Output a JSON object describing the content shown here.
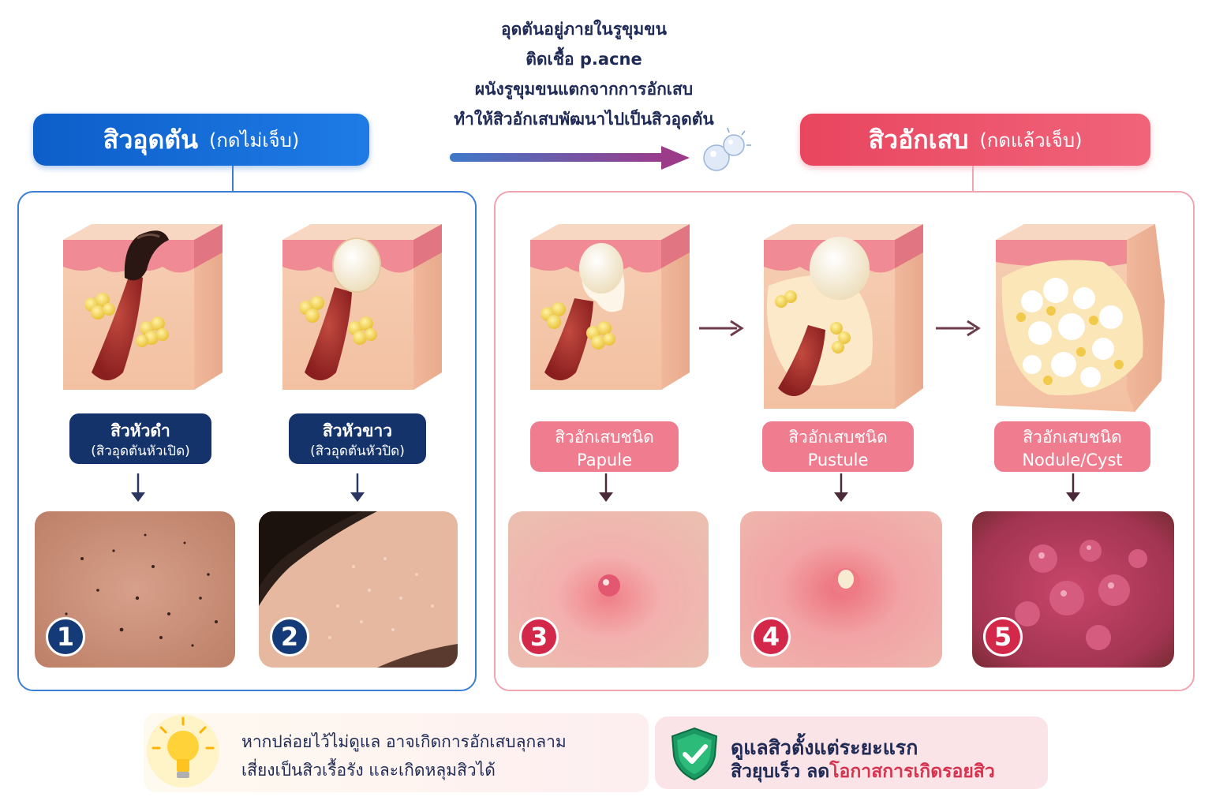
{
  "explanation": {
    "lines": [
      "อุดตันอยู่ภายในรูขุมขน",
      "ติดเชื้อ p.acne",
      "ผนังรูขุมขนแตกจากการอักเสบ",
      "ทำให้สิวอักเสบพัฒนาไปเป็นสิวอุดตัน"
    ]
  },
  "left_group": {
    "title": "สิวอุดตัน",
    "subtitle": "(กดไม่เจ็บ)",
    "items": [
      {
        "label": "สิวหัวดำ",
        "sublabel": "(สิวอุดตันหัวเปิด)",
        "number": "1"
      },
      {
        "label": "สิวหัวขาว",
        "sublabel": "(สิวอุดตันหัวปิด)",
        "number": "2"
      }
    ]
  },
  "right_group": {
    "title": "สิวอักเสบ",
    "subtitle": "(กดแล้วเจ็บ)",
    "items": [
      {
        "label": "สิวอักเสบชนิด",
        "sublabel": "Papule",
        "number": "3"
      },
      {
        "label": "สิวอักเสบชนิด",
        "sublabel": "Pustule",
        "number": "4"
      },
      {
        "label": "สิวอักเสบชนิด",
        "sublabel": "Nodule/Cyst",
        "number": "5"
      }
    ]
  },
  "warning": {
    "icon": "lightbulb-icon",
    "line1": "หากปล่อยไว้ไม่ดูแล อาจเกิดการอักเสบลุกลาม",
    "line2": "เสี่ยงเป็นสิวเรื้อรัง และเกิดหลุมสิวได้"
  },
  "advice": {
    "icon": "shield-check-icon",
    "line1": "ดูแลสิวตั้งแต่ระยะแรก",
    "line2_plain": "สิวยุบเร็ว ลด",
    "line2_highlight": "โอกาสการเกิดรอยสิว"
  },
  "colors": {
    "navy": "#14336b",
    "blue": "#0d5ec9",
    "pink": "#e9455f",
    "light_pink": "#ef7d8f"
  }
}
